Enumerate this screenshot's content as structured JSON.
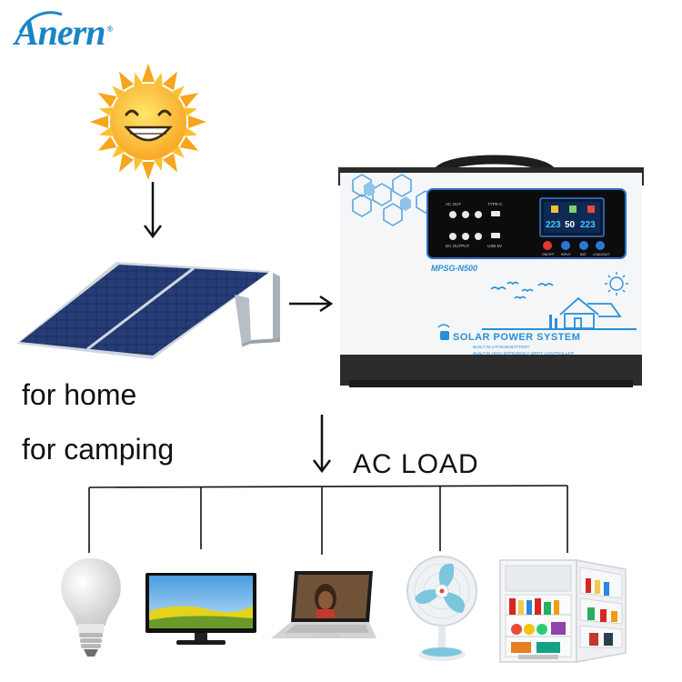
{
  "brand": {
    "logo_text": "Anern",
    "logo_mark": "®",
    "color": "#1b84c6"
  },
  "labels": {
    "for_home": "for home",
    "for_camping": "for camping",
    "ac_load": "AC LOAD"
  },
  "device": {
    "model": "MPSG-N500",
    "system_title": "SOLAR POWER SYSTEM",
    "feature_1": "BUILT-IN LITHIUM BATTERY",
    "feature_2": "BUILT-IN HIGH EFFICIENCY MPPT CONTROLLER",
    "lcd_left": "223",
    "lcd_mid": "50",
    "lcd_right": "223",
    "port_labels": [
      "AC OUT",
      "TYPE-C",
      "DC OUTPUT",
      "USB 5V"
    ],
    "button_labels": [
      "ON/OFF",
      "INPUT",
      "BAT",
      "LOAD/OUT"
    ],
    "accent_color": "#2a8fd6"
  },
  "icons": [
    "sun-icon",
    "arrow-down-icon",
    "arrow-right-icon",
    "solar-panel-icon",
    "light-bulb-icon",
    "television-icon",
    "laptop-icon",
    "electric-fan-icon",
    "refrigerator-icon"
  ]
}
